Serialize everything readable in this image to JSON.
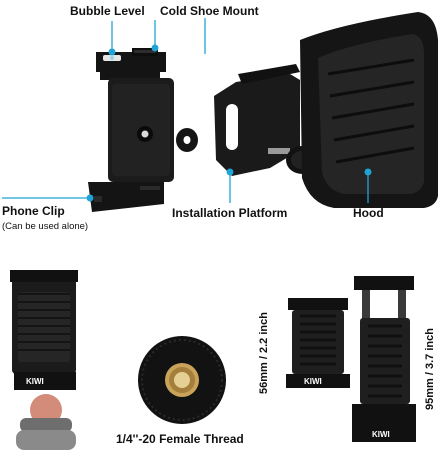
{
  "labels": {
    "bubble_level": "Bubble Level",
    "cold_shoe_mount": "Cold Shoe Mount",
    "phone_clip": "Phone Clip",
    "phone_clip_note": "(Can be used alone)",
    "installation_platform": "Installation Platform",
    "hood": "Hood",
    "thread": "1/4''-20 Female Thread",
    "dim_small": "56mm / 2.2 inch",
    "dim_large": "95mm / 3.7 inch"
  },
  "brand": "KIWI",
  "colors": {
    "accent": "#1ea4d6",
    "product": "#141414",
    "brass": "#c9a35a",
    "background": "#ffffff"
  }
}
